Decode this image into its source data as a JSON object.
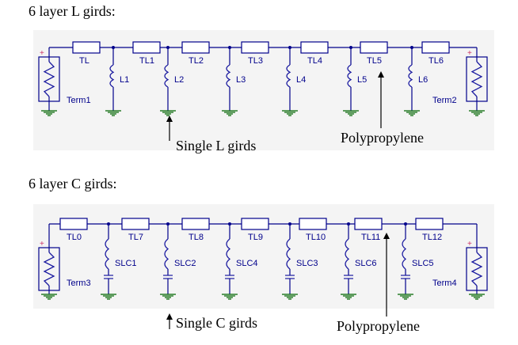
{
  "top": {
    "heading": "6 layer L girds:",
    "tlines": [
      "TL",
      "TL1",
      "TL2",
      "TL3",
      "TL4",
      "TL5",
      "TL6"
    ],
    "shunts": [
      "L1",
      "L2",
      "L3",
      "L4",
      "L5",
      "L6"
    ],
    "source_term": "Term1",
    "load_term": "Term2",
    "callout_single": "Single L girds",
    "callout_material": "Polypropylene"
  },
  "bottom": {
    "heading": "6 layer C girds:",
    "tlines": [
      "TL0",
      "TL7",
      "TL8",
      "TL9",
      "TL10",
      "TL11",
      "TL12"
    ],
    "shunts": [
      "SLC1",
      "SLC2",
      "SLC4",
      "SLC3",
      "SLC6",
      "SLC5"
    ],
    "source_term": "Term3",
    "load_term": "Term4",
    "callout_single": "Single C girds",
    "callout_material": "Polypropylene"
  },
  "colors": {
    "panel": "#f4f4f4",
    "wire": "#00008b",
    "component": "#1a1aa0",
    "ground": "#006600",
    "port": "#cc3366"
  },
  "icons": [
    "resistor-icon",
    "inductor-icon",
    "ground-icon",
    "arrow-up-icon",
    "port-marker-icon"
  ]
}
